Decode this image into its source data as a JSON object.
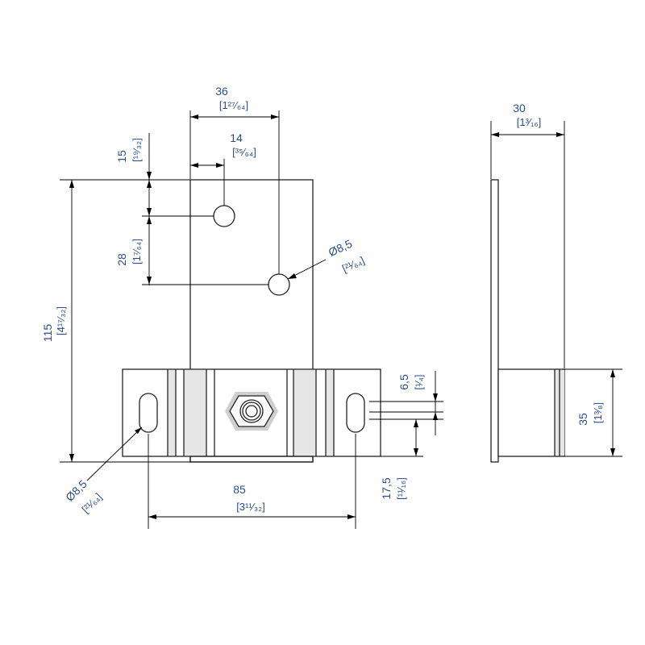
{
  "dimensions": {
    "top_width": {
      "metric": "36",
      "imperial": "[1²⁷⁄₆₄]"
    },
    "hole_offset_x": {
      "metric": "14",
      "imperial": "[³⁵⁄₆₄]"
    },
    "hole_offset_y": {
      "metric": "15",
      "imperial": "[¹⁹⁄₃₂]"
    },
    "hole_spacing_y": {
      "metric": "28",
      "imperial": "[1⁷⁄₆₄]"
    },
    "upper_hole_dia": {
      "metric": "Ø8,5",
      "imperial": "[²¹⁄₆₄]"
    },
    "total_height": {
      "metric": "115",
      "imperial": "[4¹⁷⁄₃₂]"
    },
    "lower_hole_dia": {
      "metric": "Ø8,5",
      "imperial": "[²¹⁄₆₄]"
    },
    "slot_spacing": {
      "metric": "85",
      "imperial": "[3¹¹⁄₃₂]"
    },
    "slot_offset": {
      "metric": "6,5",
      "imperial": "[¹⁄₄]"
    },
    "slot_height": {
      "metric": "17,5",
      "imperial": "[¹¹⁄₁₆]"
    },
    "side_width": {
      "metric": "30",
      "imperial": "[1³⁄₁₆]"
    },
    "side_height": {
      "metric": "35",
      "imperial": "[1³⁄₈]"
    }
  }
}
